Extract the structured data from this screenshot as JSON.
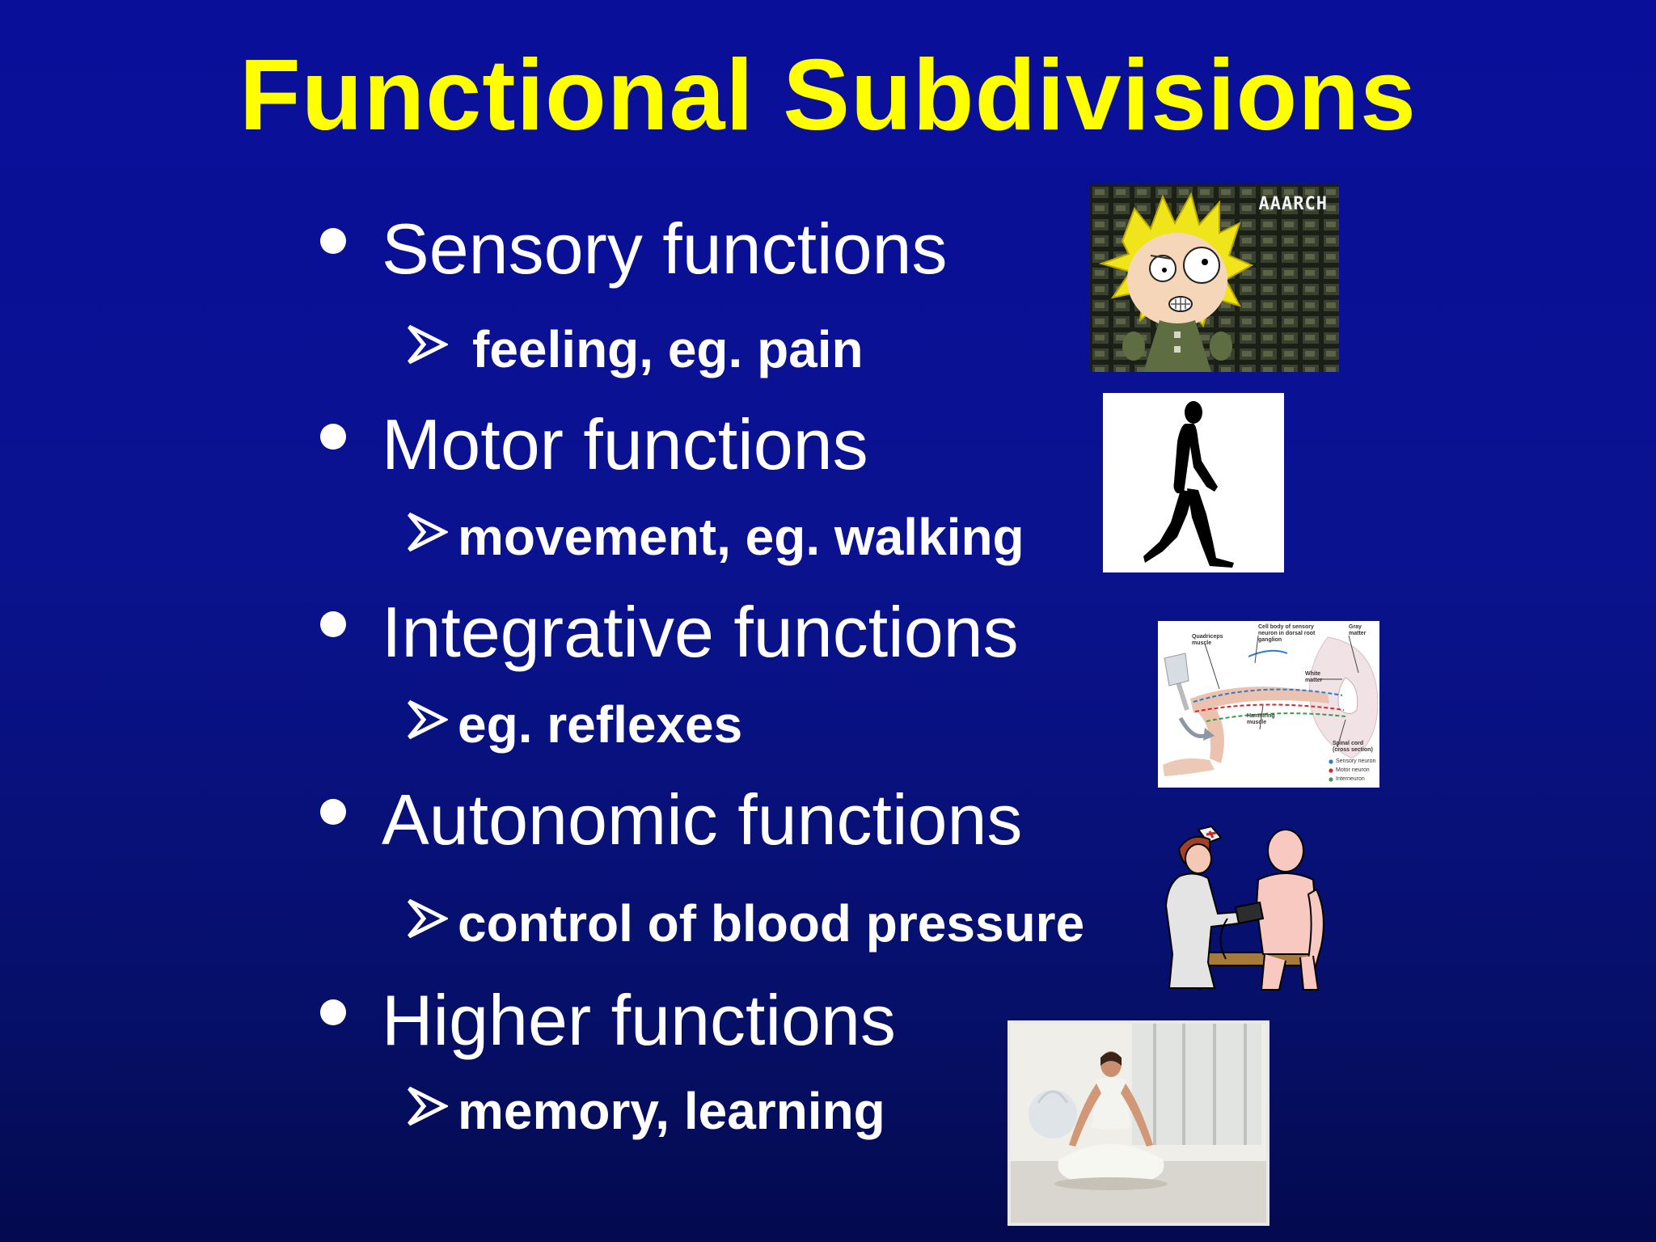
{
  "slide": {
    "title": "Functional Subdivisions",
    "items": [
      {
        "heading": "Sensory functions",
        "detail": "feeling, eg. pain"
      },
      {
        "heading": "Motor functions",
        "detail": "movement, eg. walking"
      },
      {
        "heading": "Integrative functions",
        "detail": "eg. reflexes"
      },
      {
        "heading": "Autonomic functions",
        "detail": "control of blood pressure"
      },
      {
        "heading": "Higher functions",
        "detail": "memory, learning"
      }
    ],
    "images": {
      "cartoon_caption": "AAARCH",
      "reflex_labels": {
        "quadriceps": "Quadriceps muscle",
        "cell_body": "Cell body of sensory neuron in dorsal root ganglion",
        "gray": "Gray matter",
        "white": "White matter",
        "hamstring": "Hamstring muscle",
        "spinal": "Spinal cord (cross section)",
        "legend_sensory": "Sensory neuron",
        "legend_motor": "Motor neuron",
        "legend_inter": "Interneuron"
      }
    },
    "colors": {
      "title": "#ffff00",
      "text": "#ffffff",
      "background": "#0a0f9a"
    }
  }
}
